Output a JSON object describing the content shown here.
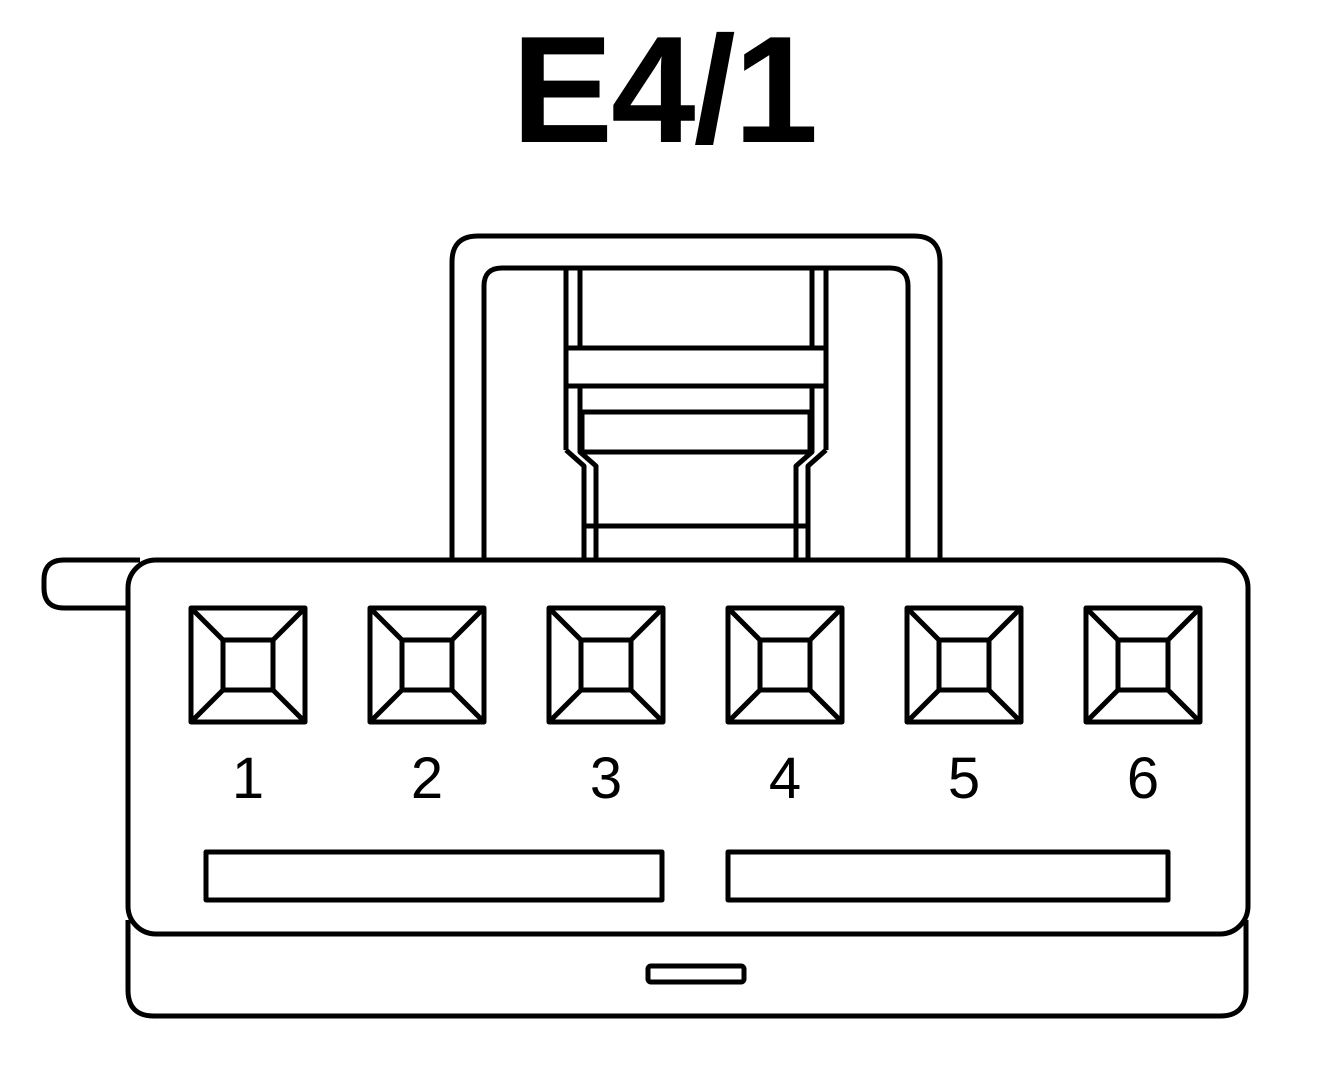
{
  "connector": {
    "id": "E4/1",
    "pins": [
      {
        "label": "1"
      },
      {
        "label": "2"
      },
      {
        "label": "3"
      },
      {
        "label": "4"
      },
      {
        "label": "5"
      },
      {
        "label": "6"
      }
    ]
  },
  "colors": {
    "stroke": "#000000",
    "background": "#ffffff"
  }
}
